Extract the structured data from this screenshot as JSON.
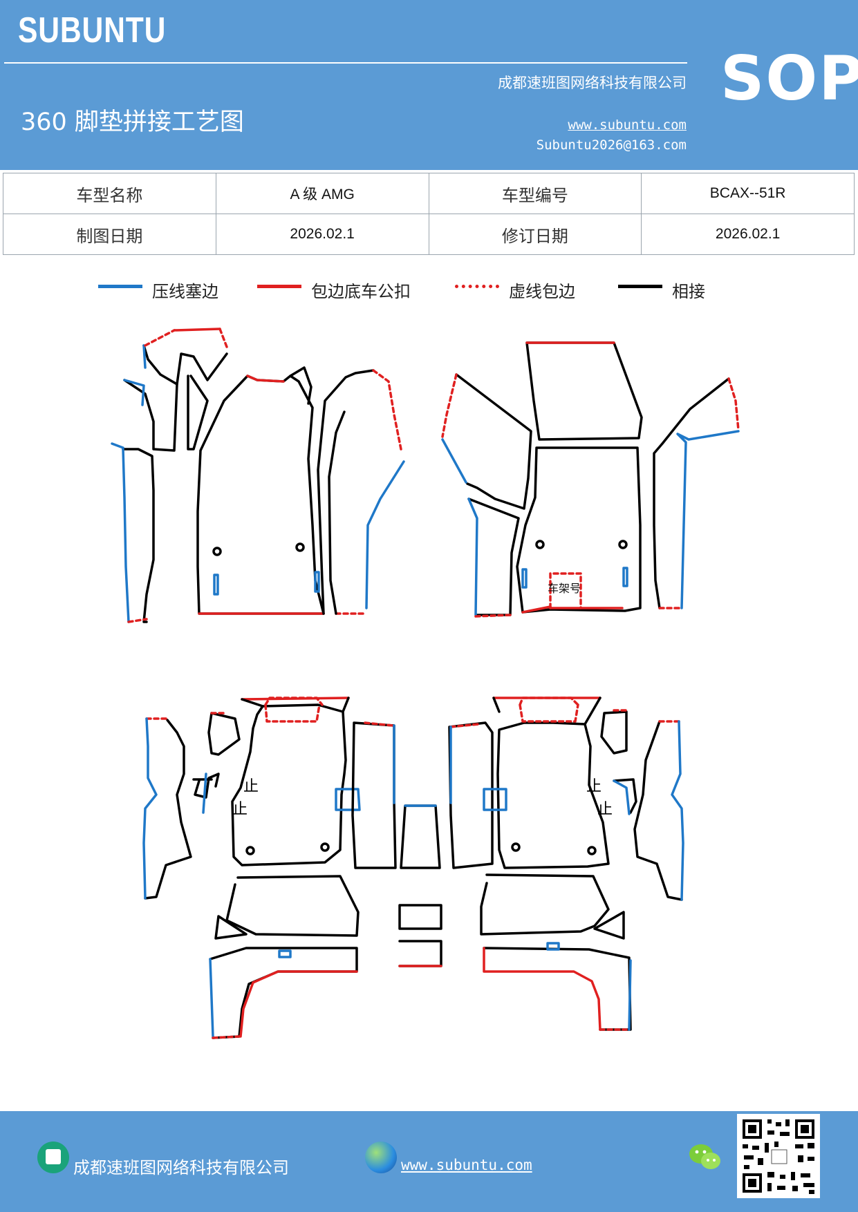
{
  "header": {
    "brand": "SUBUNTU",
    "company": "成都速班图网络科技有限公司",
    "title": "360 脚垫拼接工艺图",
    "website": "www.subuntu.com",
    "email": "Subuntu2026@163.com",
    "badge": "SOP"
  },
  "info_table": {
    "rows": [
      {
        "label1": "车型名称",
        "value1": "A 级 AMG",
        "label2": "车型编号",
        "value2": "BCAX--51R"
      },
      {
        "label1": "制图日期",
        "value1": "2026.02.1",
        "label2": "修订日期",
        "value2": "2026.02.1"
      }
    ]
  },
  "legend": [
    {
      "label": "压线塞边",
      "color": "#1f78c8",
      "style": "solid"
    },
    {
      "label": "包边底车公扣",
      "color": "#e02020",
      "style": "solid"
    },
    {
      "label": "虚线包边",
      "color": "#e02020",
      "style": "dashed"
    },
    {
      "label": "相接",
      "color": "#000000",
      "style": "solid"
    }
  ],
  "diagram": {
    "vin_label": "车架号",
    "stop_marks": [
      "止",
      "止",
      "止",
      "止"
    ]
  },
  "footer": {
    "company": "成都速班图网络科技有限公司",
    "website": "www.subuntu.com",
    "icons": [
      "company-icon",
      "globe-icon",
      "wechat-icon",
      "qr-code"
    ]
  },
  "colors": {
    "header_bg": "#5b9bd5",
    "blue_line": "#1f78c8",
    "red_line": "#e02020",
    "black_line": "#000000"
  }
}
